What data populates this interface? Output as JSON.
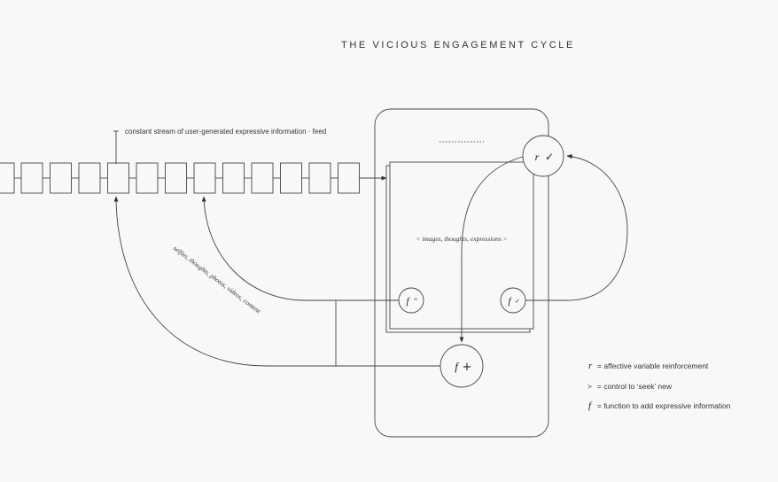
{
  "title": "THE VICIOUS ENGAGEMENT CYCLE",
  "feed_label": "constant stream of user-generated expressive information · feed",
  "screen_label": "<  images, thoughts, expressions  >",
  "curve_label": "selfies, thoughts, photos, videos, content",
  "nodes": {
    "reinforcement": {
      "symbol": "r",
      "mark": "✓"
    },
    "seek": {
      "symbol": "f",
      "mark": "^"
    },
    "like": {
      "symbol": "f",
      "mark": "✓"
    },
    "add": {
      "symbol": "f",
      "mark": "+"
    }
  },
  "legend": [
    {
      "symbol": "r",
      "text": "= affective variable reinforcement"
    },
    {
      "symbol": ">",
      "text": "= control to ‘seek’ new"
    },
    {
      "symbol": "f",
      "text": "= function to add expressive information"
    }
  ],
  "colors": {
    "background": "#f8f8f8",
    "stroke": "#444444",
    "text": "#222222"
  }
}
